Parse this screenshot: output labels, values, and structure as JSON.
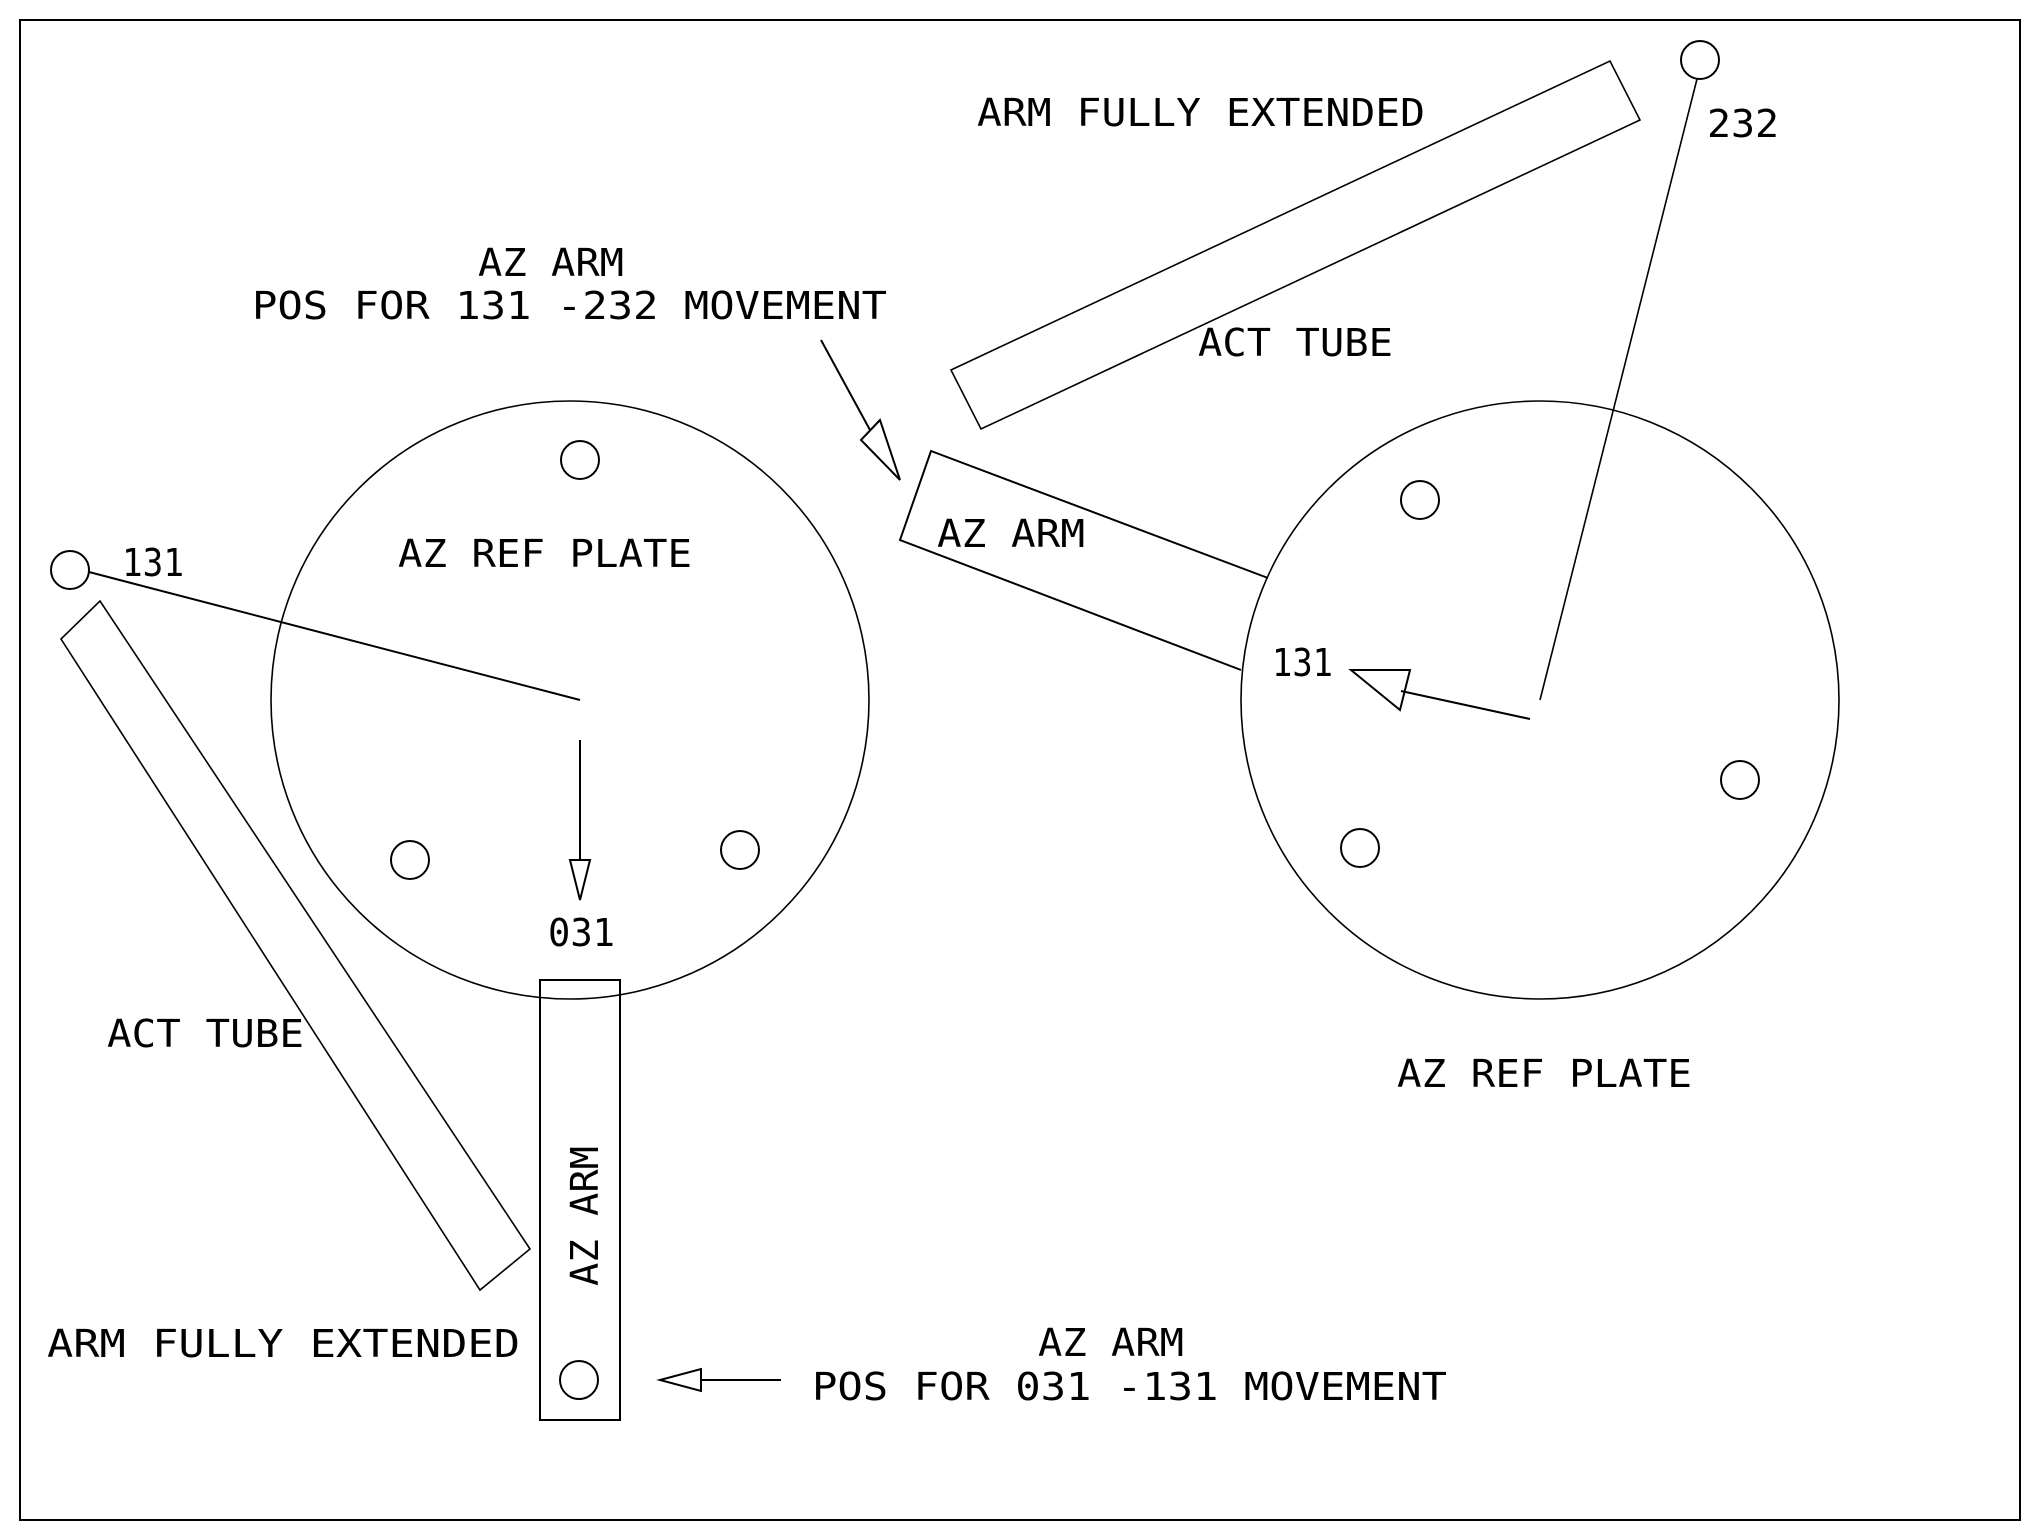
{
  "drawing": {
    "title": "AZ ARM positions for 031-131 and 131-232 movement",
    "colors": {
      "line": "#000000",
      "background": "#ffffff"
    },
    "labels": {
      "top_arm_fully_extended": "ARM FULLY EXTENDED",
      "pin_232": "232",
      "top_az_arm_title": "AZ ARM",
      "top_pos_caption": "POS FOR 131 -232 MOVEMENT",
      "top_act_tube": "ACT TUBE",
      "left_plate": "AZ REF PLATE",
      "pin_131_left": "131",
      "diag_arm": "AZ ARM",
      "pos_131_right": "131",
      "pos_031": "031",
      "left_act_tube": "ACT TUBE",
      "right_plate": "AZ REF PLATE",
      "vertical_arm": "AZ ARM",
      "bottom_arm_fully_extended": "ARM FULLY  EXTENDED",
      "bottom_az_arm_title": "AZ ARM",
      "bottom_pos_caption": "POS FOR 031 -131 MOVEMENT"
    }
  }
}
